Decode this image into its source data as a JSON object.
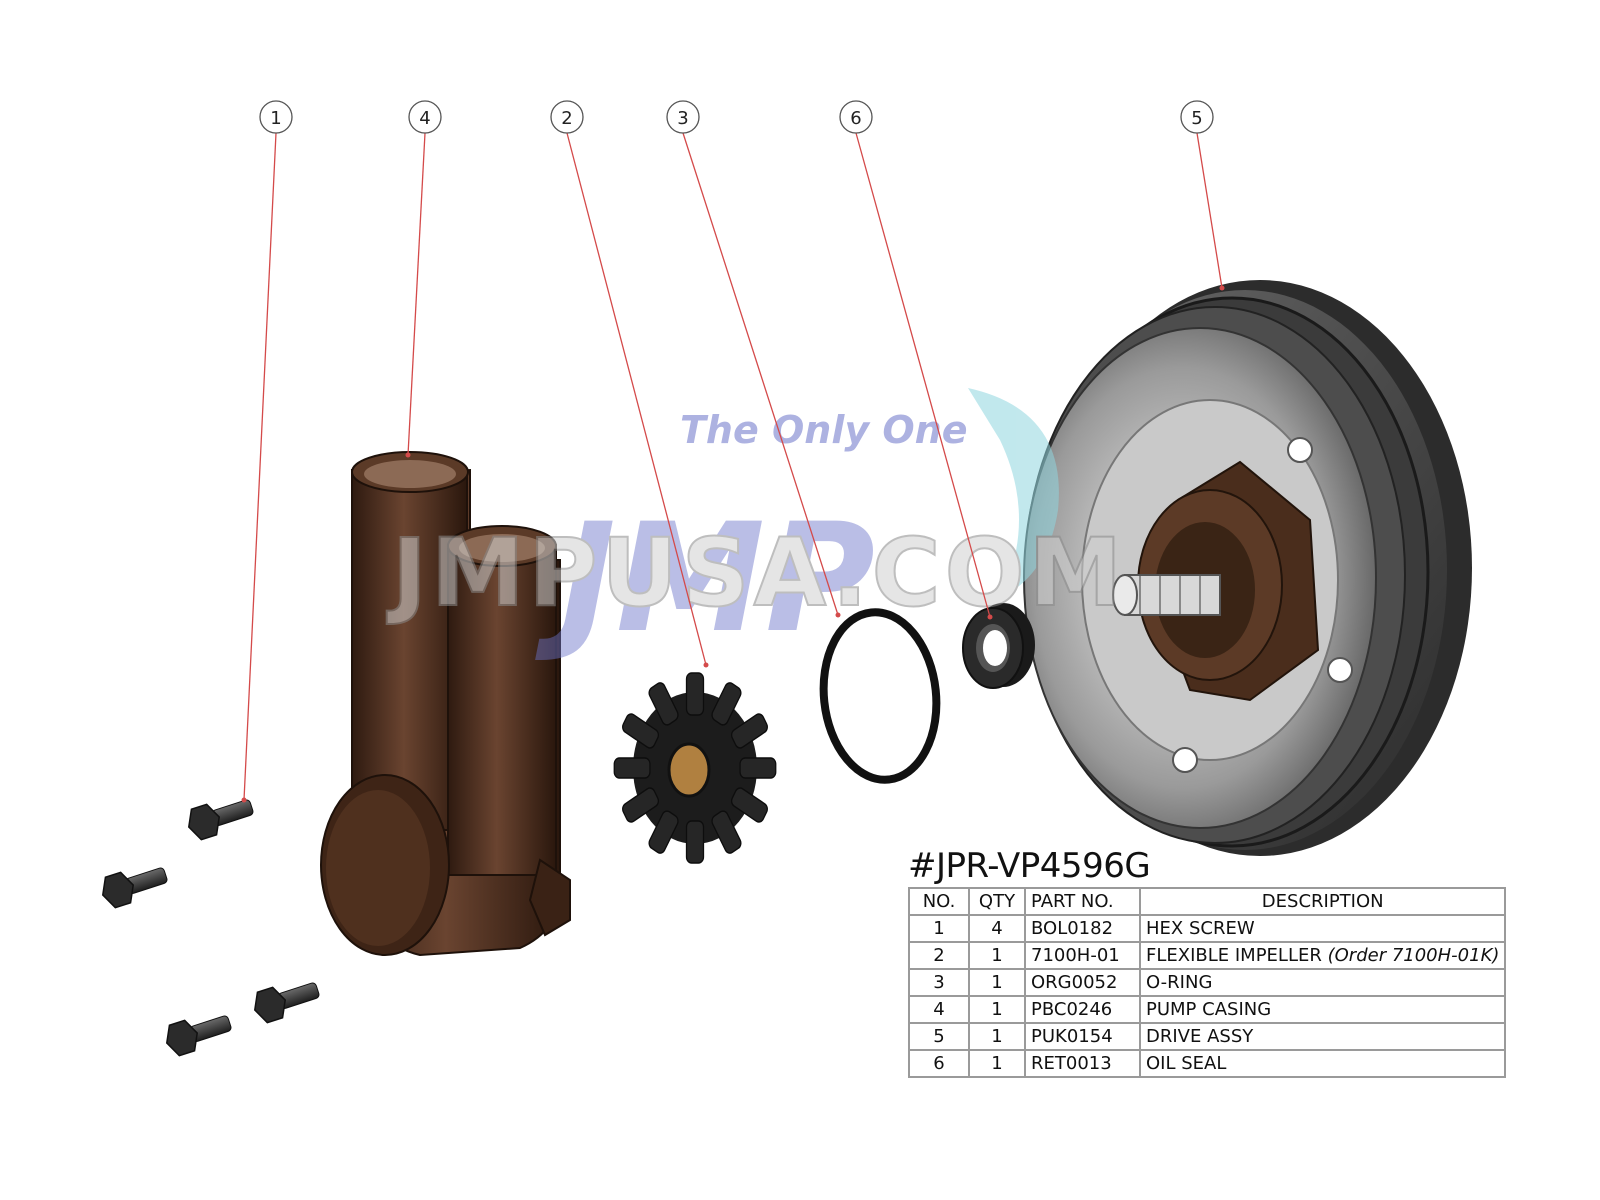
{
  "watermark": {
    "tagline": "The Only One",
    "logo": "JMP",
    "site": "JMPUSA.COM"
  },
  "callouts": [
    "1",
    "4",
    "2",
    "3",
    "6",
    "5"
  ],
  "part_number_title": "#JPR-VP4596G",
  "table": {
    "headers": {
      "no": "NO.",
      "qty": "QTY",
      "part_no": "PART NO.",
      "description": "DESCRIPTION"
    },
    "rows": [
      {
        "no": "1",
        "qty": "4",
        "part_no": "BOL0182",
        "description": "HEX SCREW",
        "note": ""
      },
      {
        "no": "2",
        "qty": "1",
        "part_no": "7100H-01",
        "description": "FLEXIBLE IMPELLER",
        "note": "(Order 7100H-01K)"
      },
      {
        "no": "3",
        "qty": "1",
        "part_no": "ORG0052",
        "description": "O-RING",
        "note": ""
      },
      {
        "no": "4",
        "qty": "1",
        "part_no": "PBC0246",
        "description": "PUMP CASING",
        "note": ""
      },
      {
        "no": "5",
        "qty": "1",
        "part_no": "PUK0154",
        "description": "DRIVE ASSY",
        "note": ""
      },
      {
        "no": "6",
        "qty": "1",
        "part_no": "RET0013",
        "description": "OIL SEAL",
        "note": ""
      }
    ]
  },
  "colors": {
    "leader": "#d44a4a",
    "casing": "#4a2d1c",
    "rubber": "#1c1c1c",
    "pulley": "#4a4a4a",
    "watermark_blue": "#6b74c9",
    "watermark_cyan": "#8fd6df"
  }
}
